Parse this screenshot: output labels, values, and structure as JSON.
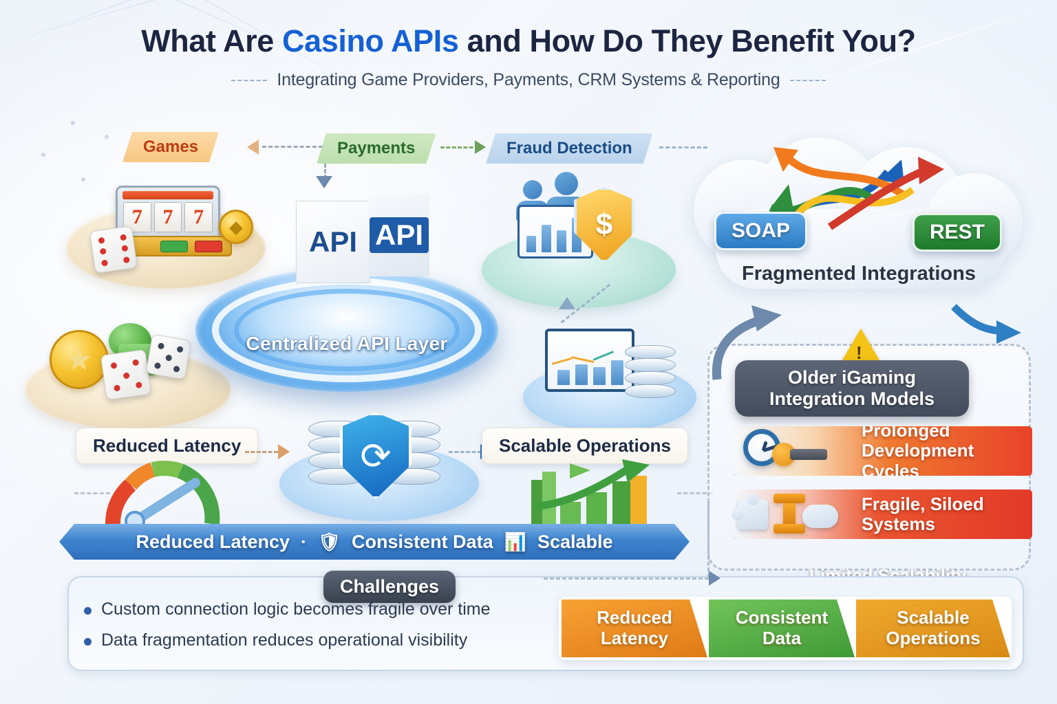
{
  "header": {
    "title_part1": "What Are ",
    "title_highlight": "Casino APIs",
    "title_part2": " and How Do They Benefit You?",
    "subtitle": "Integrating Game Providers, Payments, CRM Systems & Reporting",
    "highlight_color": "#1560d4"
  },
  "top_badges": [
    {
      "label": "Games",
      "color": "#bf3b12"
    },
    {
      "label": "Payments",
      "color": "#2a6b2c"
    },
    {
      "label": "Fraud Detection",
      "color": "#1a4d86"
    }
  ],
  "hub": {
    "label": "Centralized API Layer",
    "cube_face_front": "API",
    "cube_face_side": "API"
  },
  "slot_machine": {
    "reels": [
      "7",
      "7",
      "7"
    ]
  },
  "benefit_pills": [
    {
      "label": "Reduced Latency"
    },
    {
      "label": "Scalable Operations"
    }
  ],
  "cloud": {
    "tags": [
      {
        "label": "SOAP",
        "color": "#2b7bc4"
      },
      {
        "label": "REST",
        "color": "#1e7a2c"
      }
    ],
    "caption": "Fragmented Integrations"
  },
  "legacy": {
    "badge_line1": "Older iGaming",
    "badge_line2": "Integration Models",
    "warning_icon": "warning-triangle-icon",
    "problems": [
      {
        "line1": "Prolonged",
        "line2": "Development Cycles",
        "icon": "clock-wrench-icon",
        "color": "#e8422a"
      },
      {
        "line1": "Fragile, Siloed",
        "line2": "Systems",
        "icon": "puzzle-clamp-icon",
        "color": "#e23a28"
      },
      {
        "line1": "Limited Scalability",
        "line2": "",
        "icon": "",
        "color": "#474f5e"
      }
    ]
  },
  "summary_bar": {
    "item1": "Reduced Latency",
    "separator": "·",
    "shield_icon": "shield-icon",
    "item2": "Consistent Data",
    "chart_icon": "bar-chart-icon",
    "item3": "Scalable"
  },
  "challenges": {
    "tag": "Challenges",
    "bullets": [
      "Custom connection logic becomes fragile over time",
      "Data fragmentation reduces operational visibility"
    ]
  },
  "benefit_chevrons": [
    {
      "line1": "Reduced",
      "line2": "Latency",
      "color": "#e07a15"
    },
    {
      "line1": "Consistent",
      "line2": "Data",
      "color": "#3f9a36"
    },
    {
      "line1": "Scalable",
      "line2": "Operations",
      "color": "#d98a15"
    }
  ]
}
